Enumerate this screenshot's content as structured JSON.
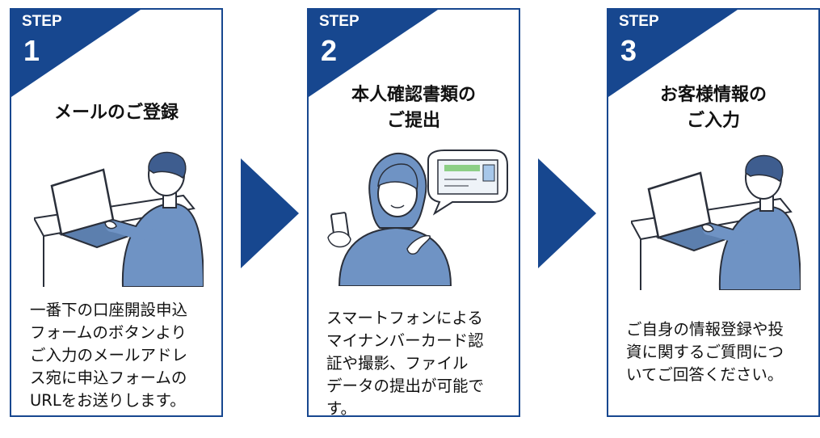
{
  "brand_color": "#17478f",
  "steps": [
    {
      "step_label": "STEP",
      "number": "1",
      "title_lines": [
        "メールのご登録"
      ],
      "description_lines": [
        "一番下の口座開設申込",
        "フォームのボタンより",
        "ご入力のメールアドレ",
        "ス宛に申込フォームの",
        "URLをお送りします。"
      ],
      "illustration": "man-laptop-illustration"
    },
    {
      "step_label": "STEP",
      "number": "2",
      "title_lines": [
        "本人確認書類の",
        "ご提出"
      ],
      "description_lines": [
        "スマートフォンによる",
        "マイナンバーカード認",
        "証や撮影、ファイル",
        "データの提出が可能で",
        "す。"
      ],
      "illustration": "woman-id-card-illustration"
    },
    {
      "step_label": "STEP",
      "number": "3",
      "title_lines": [
        "お客様情報の",
        "ご入力"
      ],
      "description_lines": [
        "ご自身の情報登録や投",
        "資に関するご質問につ",
        "いてご回答ください。"
      ],
      "illustration": "man-laptop-illustration"
    }
  ]
}
